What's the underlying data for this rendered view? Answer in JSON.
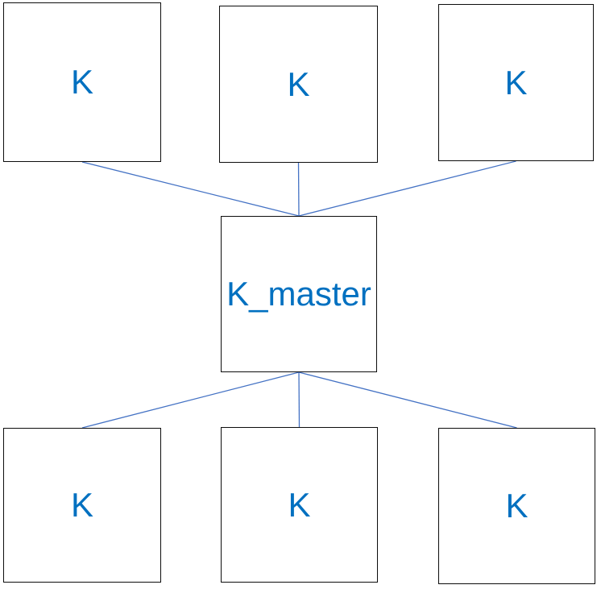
{
  "diagram": {
    "background": "#ffffff",
    "colors": {
      "node_border": "#0d0d0d",
      "node_fill": "#ffffff",
      "label": "#0070c0",
      "connector": "#4472c4"
    },
    "nodes": [
      {
        "id": "k-top-left",
        "label": "K"
      },
      {
        "id": "k-top-middle",
        "label": "K"
      },
      {
        "id": "k-top-right",
        "label": "K"
      },
      {
        "id": "k-master",
        "label": "K_master"
      },
      {
        "id": "k-bottom-left",
        "label": "K"
      },
      {
        "id": "k-bottom-middle",
        "label": "K"
      },
      {
        "id": "k-bottom-right",
        "label": "K"
      }
    ],
    "edges": [
      {
        "from": "k-top-left",
        "to": "k-master"
      },
      {
        "from": "k-top-middle",
        "to": "k-master"
      },
      {
        "from": "k-top-right",
        "to": "k-master"
      },
      {
        "from": "k-master",
        "to": "k-bottom-left"
      },
      {
        "from": "k-master",
        "to": "k-bottom-middle"
      },
      {
        "from": "k-master",
        "to": "k-bottom-right"
      }
    ]
  }
}
